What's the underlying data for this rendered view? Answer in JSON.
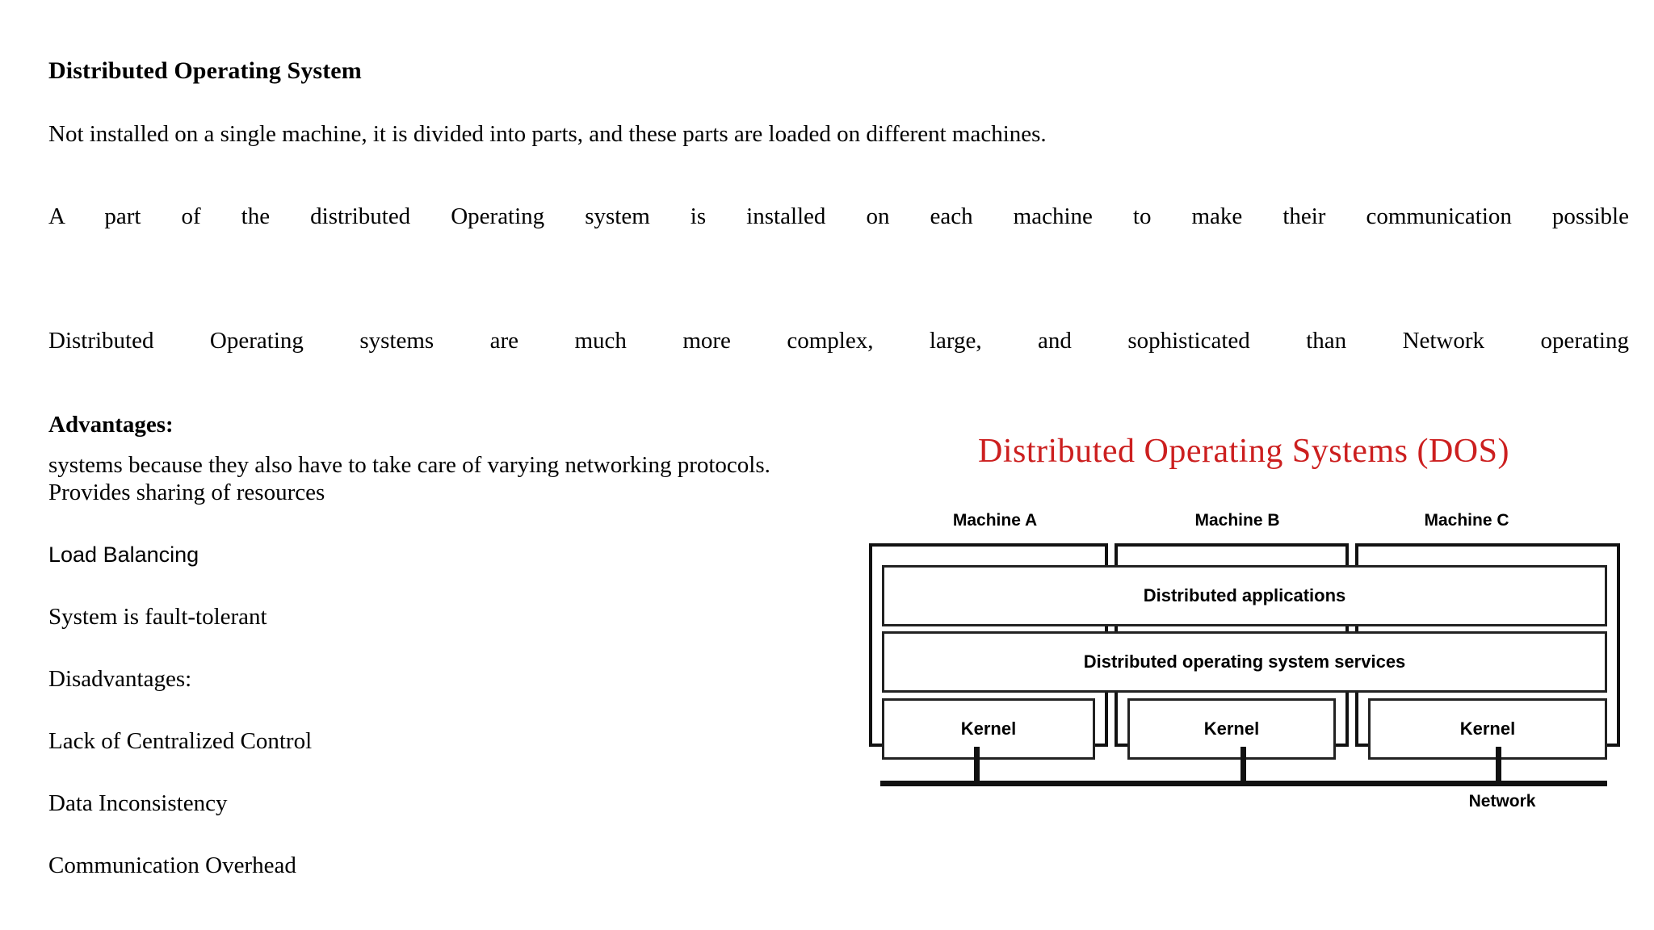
{
  "document": {
    "heading": "Distributed Operating System",
    "intro": "Not installed on a single machine, it is divided into parts, and these parts are loaded on different machines.",
    "paragraph_lines": [
      "A part of the distributed Operating system is installed on each machine to make their communication possible",
      "Distributed Operating systems are much more complex, large, and sophisticated than Network operating",
      "systems because they also have to take care of varying networking protocols."
    ],
    "section_heading": "Advantages:",
    "list_items": [
      {
        "text": "Provides sharing of resources",
        "font": "serif"
      },
      {
        "text": "Load Balancing",
        "font": "sans"
      },
      {
        "text": "System is fault-tolerant",
        "font": "serif"
      },
      {
        "text": "Disadvantages:",
        "font": "serif"
      },
      {
        "text": "Lack of Centralized Control",
        "font": "serif"
      },
      {
        "text": "Data Inconsistency",
        "font": "serif"
      },
      {
        "text": "Communication Overhead",
        "font": "serif"
      }
    ]
  },
  "diagram": {
    "title": "Distributed Operating Systems (DOS)",
    "title_color": "#cc1f1f",
    "machines": [
      {
        "label": "Machine A",
        "kernel": "Kernel"
      },
      {
        "label": "Machine B",
        "kernel": "Kernel"
      },
      {
        "label": "Machine C",
        "kernel": "Kernel"
      }
    ],
    "layers": {
      "applications": "Distributed applications",
      "services": "Distributed operating system services"
    },
    "network_label": "Network"
  }
}
